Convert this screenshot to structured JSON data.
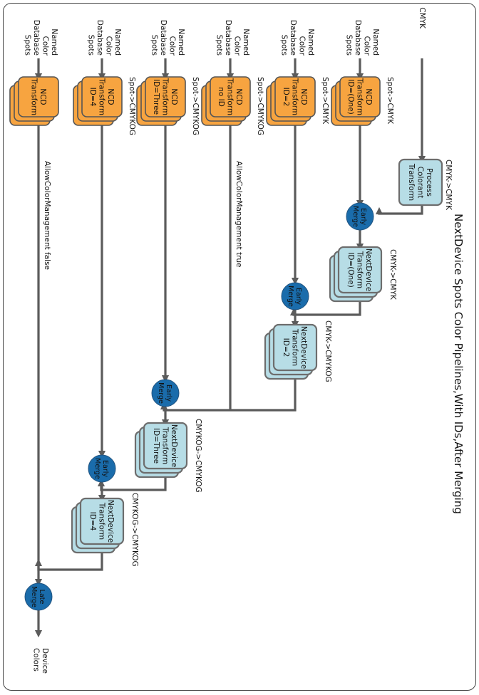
{
  "title": "NextDevice Spots Color Pipelines,With IDs,After Merging",
  "inputs": {
    "cmyk": "CMYK",
    "spots": [
      "Named",
      "Color",
      "Database",
      "Spots"
    ]
  },
  "ncd": {
    "c1": {
      "lines": [
        "NCD",
        "Transform",
        "ID=(One)"
      ],
      "label": "Spot->CMYK"
    },
    "c2": {
      "lines": [
        "NCD",
        "Transform",
        "ID=2"
      ],
      "label": "Spot->CMYK"
    },
    "c3": {
      "lines": [
        "NCD",
        "Transform",
        "no ID"
      ],
      "label": "Spot->CMYKOG"
    },
    "c4": {
      "lines": [
        "NCD",
        "Transform",
        "ID=Three"
      ],
      "label": "Spot->CMYKOG"
    },
    "c5": {
      "lines": [
        "NCD",
        "Transform",
        "ID=4"
      ],
      "label": "Spot->CMYKOG"
    },
    "c6": {
      "lines": [
        "NCD",
        "Transform"
      ],
      "label": ""
    }
  },
  "process": {
    "lines": [
      "Process",
      "Colorant",
      "Transform"
    ],
    "label": "CMYK->CMYK"
  },
  "nextdevice": {
    "n1": {
      "lines": [
        "NextDevice",
        "Transform",
        "ID=(One)"
      ],
      "label": "CMYK->CMYK"
    },
    "n2": {
      "lines": [
        "NextDevice",
        "Transform",
        "ID=2"
      ],
      "label": "CMYK->CMYKOG"
    },
    "n3": {
      "lines": [
        "NextDevice",
        "Transform",
        "ID=Three"
      ],
      "label": "CMYKOG->CMYKOG"
    },
    "n4": {
      "lines": [
        "NextDevice",
        "Transform",
        "ID=4"
      ],
      "label": "CMYKOG->CMYKOG"
    }
  },
  "merges": {
    "early": [
      "Early",
      "Merge"
    ],
    "late": [
      "Late",
      "Merge"
    ]
  },
  "flags": {
    "cm_true": "AllowColorManagement true",
    "cm_false": "AllowColorManagement false"
  },
  "output": [
    "Device",
    "Colors"
  ]
}
